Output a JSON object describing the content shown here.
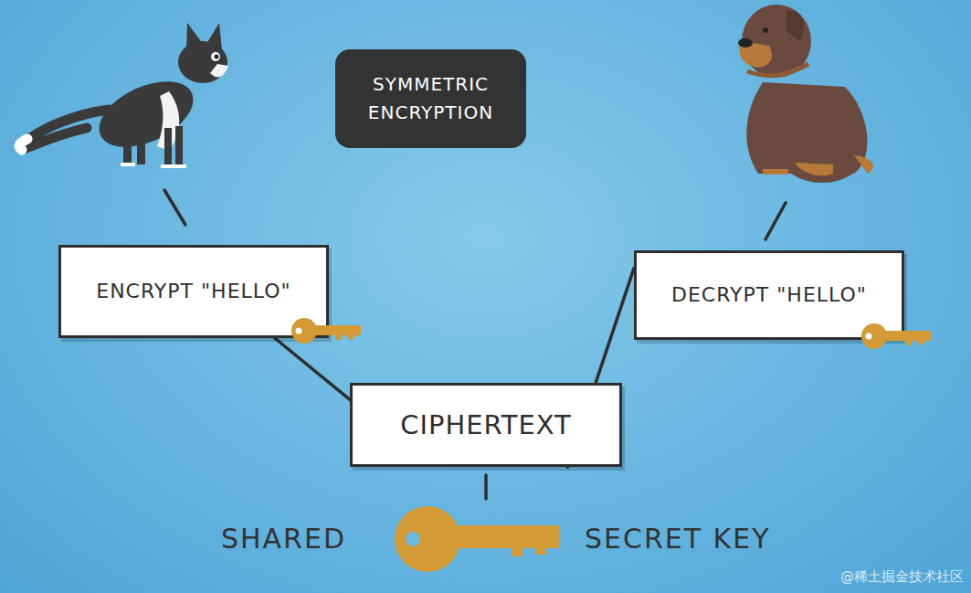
{
  "diagram": {
    "nodes": [
      {
        "text": [
          "SYMMETRIC ENCRYPTION"
        ]
      },
      {
        "text": [
          "ENCRYPT \"HELLO\""
        ]
      },
      {
        "text": [
          "DECRYPT \"HELLO\""
        ]
      },
      {
        "text": [
          "CIPHERTEXT"
        ]
      }
    ],
    "edges": [
      {
        "from": 1,
        "to": 3,
        "arrow": "none"
      },
      {
        "from": 3,
        "to": 2,
        "arrow": "none"
      }
    ],
    "labels": [
      "SHARED",
      "SECRET KEY",
      "@稀土掘金技术社区"
    ]
  }
}
